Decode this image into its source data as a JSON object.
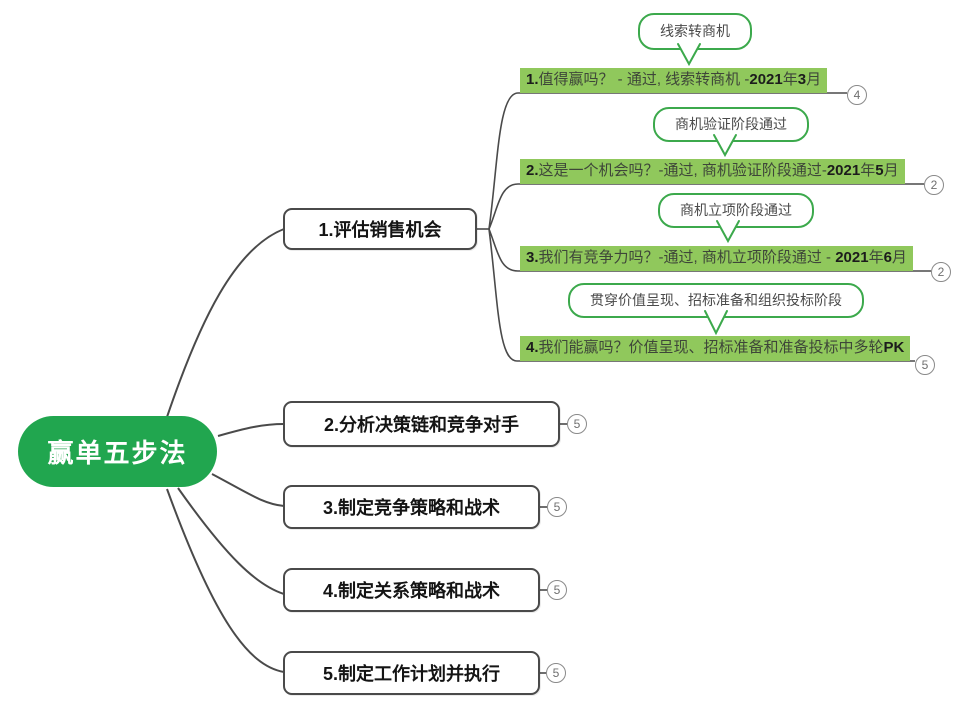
{
  "colors": {
    "root_fill": "#21A64F",
    "bar_fill": "#90C85C",
    "callout_border": "#3CA94C",
    "line": "#4a4a4a",
    "box_border": "#4a4a4a",
    "badge": "#8a8a8a"
  },
  "root": {
    "label": "赢单五步法"
  },
  "branches": [
    {
      "label": "1.评估销售机会",
      "children": [
        {
          "callout": "线索转商机",
          "label": "1.值得赢吗？ - 通过, 线索转商机 -2021年3月",
          "collapsed_count": "4"
        },
        {
          "callout": "商机验证阶段通过",
          "label": "2.这是一个机会吗？-通过, 商机验证阶段通过-2021年5月",
          "collapsed_count": "2"
        },
        {
          "callout": "商机立项阶段通过",
          "label": "3.我们有竞争力吗？-通过, 商机立项阶段通过 - 2021年6月",
          "collapsed_count": "2"
        },
        {
          "callout": "贯穿价值呈现、招标准备和组织投标阶段",
          "label": "4.我们能赢吗？价值呈现、招标准备和准备投标中多轮PK",
          "collapsed_count": "5"
        }
      ]
    },
    {
      "label": "2.分析决策链和竞争对手",
      "collapsed_count": "5"
    },
    {
      "label": "3.制定竞争策略和战术",
      "collapsed_count": "5"
    },
    {
      "label": "4.制定关系策略和战术",
      "collapsed_count": "5"
    },
    {
      "label": "5.制定工作计划并执行",
      "collapsed_count": "5"
    }
  ]
}
